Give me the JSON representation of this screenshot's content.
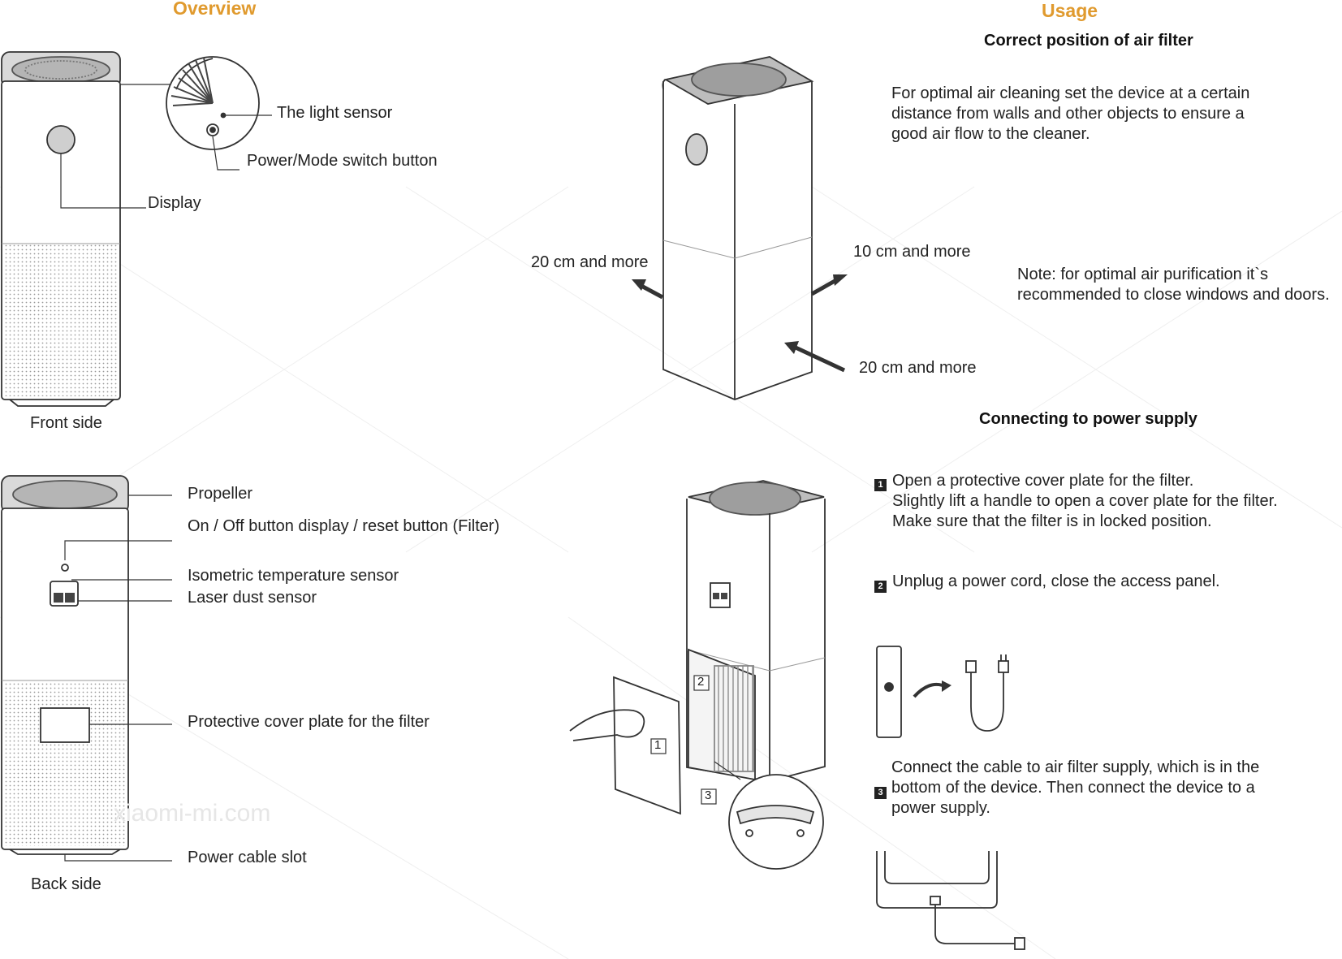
{
  "overview": {
    "heading": "Overview",
    "front_label": "Front side",
    "back_label": "Back side",
    "front_callouts": {
      "light_sensor": "The light sensor",
      "power_mode": "Power/Mode switch button",
      "display": "Display"
    },
    "back_callouts": {
      "propeller": "Propeller",
      "onoff": "On / Off button display / reset button (Filter)",
      "temp_sensor": "Isometric temperature sensor",
      "laser_sensor": "Laser dust sensor",
      "cover_plate": "Protective cover plate for the filter",
      "cable_slot": "Power cable slot"
    }
  },
  "usage": {
    "heading": "Usage",
    "position_title": "Correct position of air filter",
    "position_text": "For optimal air cleaning set the device at a certain distance from walls and other objects to ensure a good air flow to the cleaner.",
    "distance_left": "20 cm and more",
    "distance_top_right": "10 cm and more",
    "distance_bottom_right": "20 cm and more",
    "note": "Note: for optimal air purification it`s recommended to close windows and doors.",
    "power_title": "Connecting to power supply",
    "steps": [
      {
        "number": "1",
        "lines": [
          "Open a protective cover plate for the filter.",
          "Slightly lift a handle to open a cover plate for the filter.",
          "Make sure that the filter is in locked position."
        ]
      },
      {
        "number": "2",
        "lines": [
          "Unplug a power cord, close the access panel."
        ]
      },
      {
        "number": "3",
        "lines": [
          "Connect the cable to air filter supply, which is in the",
          "bottom of the device. Then connect the device to a",
          "power supply."
        ]
      }
    ],
    "diagram_numbers": [
      "1",
      "2",
      "3"
    ]
  },
  "watermark": {
    "site": "xiaomi-mi.com"
  },
  "colors": {
    "heading": "#e09a2e",
    "text": "#222222",
    "line": "#333333"
  }
}
